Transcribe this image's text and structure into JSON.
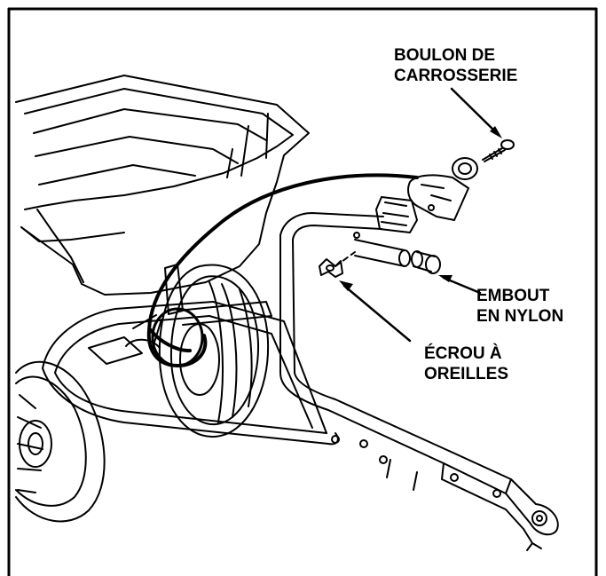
{
  "diagram": {
    "labels": {
      "carriage_bolt": [
        "BOULON DE",
        "CARROSSERIE"
      ],
      "nylon_cap": [
        "EMBOUT",
        "EN NYLON"
      ],
      "wing_nut": [
        "ÉCROU À",
        "OREILLES"
      ]
    },
    "colors": {
      "line": "#000000",
      "background": "#ffffff"
    }
  }
}
